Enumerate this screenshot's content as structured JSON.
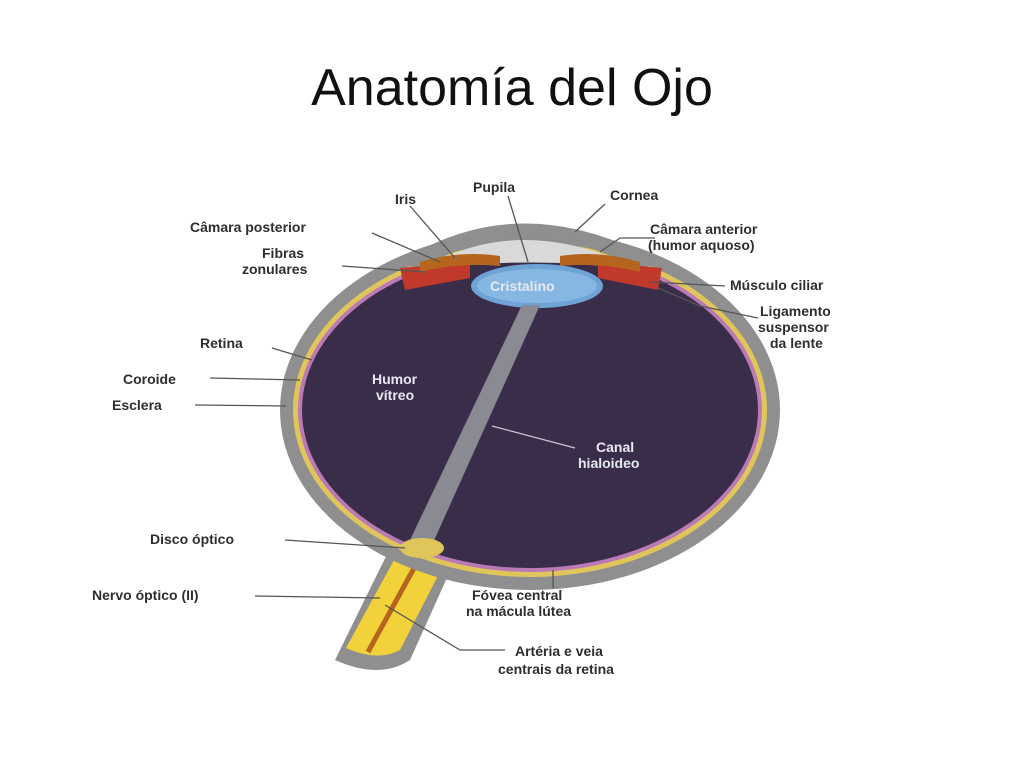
{
  "title": "Anatomía del Ojo",
  "colors": {
    "vitreous": "#3a2d4a",
    "sclera": "#8f8f8f",
    "choroid": "#c9b84a",
    "lens": "#6fa3d6",
    "cornea": "#d9d9d9",
    "ciliary_muscle": "#c0392b",
    "optic_nerve": "#f2d23a",
    "iris": "#b5651d"
  },
  "labels": {
    "iris": "Iris",
    "pupila": "Pupila",
    "cornea": "Cornea",
    "camara_posterior": "Câmara posterior",
    "camara_anterior_1": "Câmara anterior",
    "camara_anterior_2": "(humor aquoso)",
    "fibras_1": "Fibras",
    "fibras_2": "zonulares",
    "cristalino": "Cristalino",
    "musculo_ciliar": "Músculo ciliar",
    "ligamento_1": "Ligamento",
    "ligamento_2": "suspensor",
    "ligamento_3": "da lente",
    "retina": "Retina",
    "coroide": "Coroide",
    "esclera": "Esclera",
    "humor_vitreo_1": "Humor",
    "humor_vitreo_2": "vítreo",
    "canal_1": "Canal",
    "canal_2": "hialoideo",
    "disco_optico": "Disco óptico",
    "nervo_optico": "Nervo óptico (II)",
    "fovea_1": "Fóvea central",
    "fovea_2": "na mácula lútea",
    "arteria_1": "Artéria e veia",
    "arteria_2": "centrais da retina"
  }
}
